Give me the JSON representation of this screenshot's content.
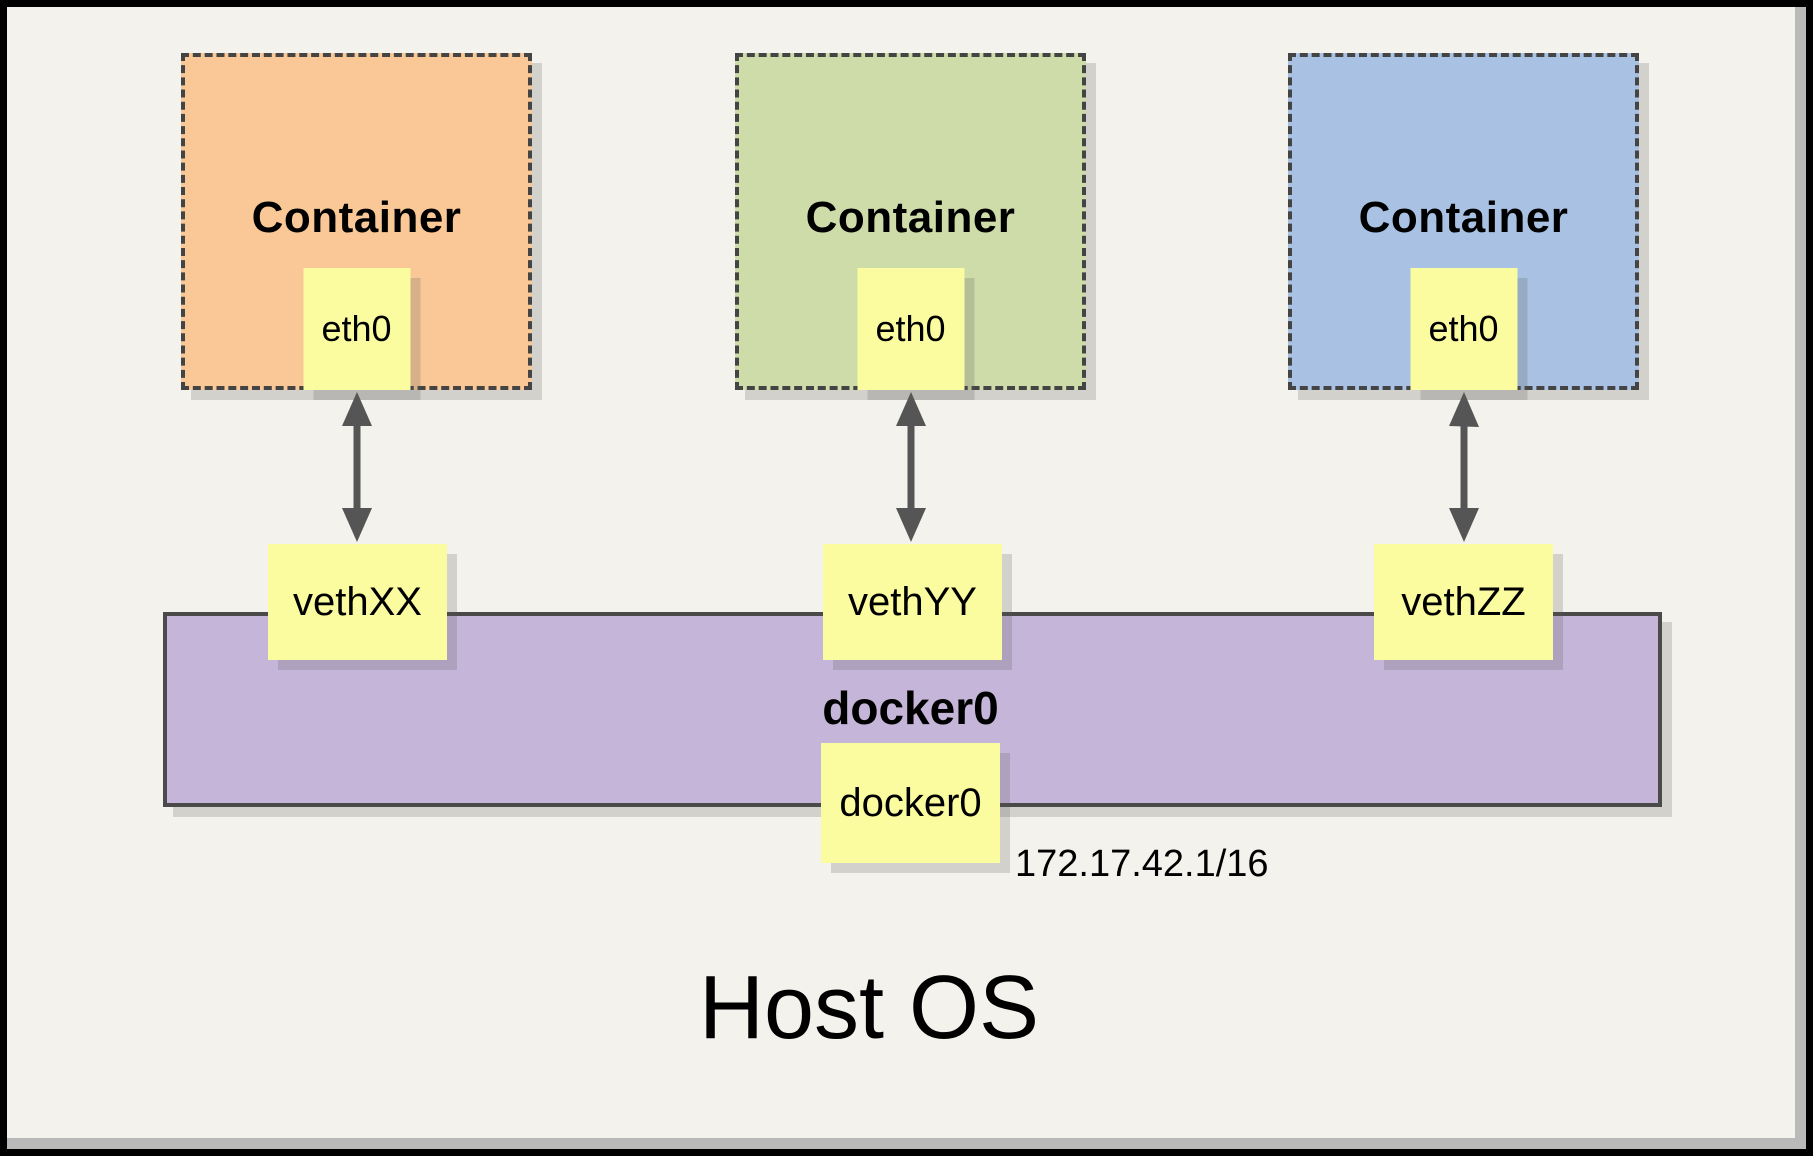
{
  "diagram": {
    "title": "Host OS",
    "subnet_label": "172.17.42.1/16",
    "colors": {
      "page_bg": "#F4F2EC",
      "frame_border": "#000000",
      "frame_shade": "#B9B9B9",
      "node_fill": "#FBFB9F",
      "dash_border": "#444444",
      "bridge_fill": "#C4B5D9",
      "bridge_border": "#4A4A4A",
      "arrow": "#555555",
      "shadow": "rgba(90,90,90,0.22)"
    },
    "bridge": {
      "label": "docker0",
      "interface_label": "docker0"
    },
    "containers": [
      {
        "label": "Container",
        "interface_label": "eth0",
        "veth_label": "vethXX",
        "fill": "#F9C896"
      },
      {
        "label": "Container",
        "interface_label": "eth0",
        "veth_label": "vethYY",
        "fill": "#CEDCA9"
      },
      {
        "label": "Container",
        "interface_label": "eth0",
        "veth_label": "vethZZ",
        "fill": "#A9C2E3"
      }
    ]
  }
}
